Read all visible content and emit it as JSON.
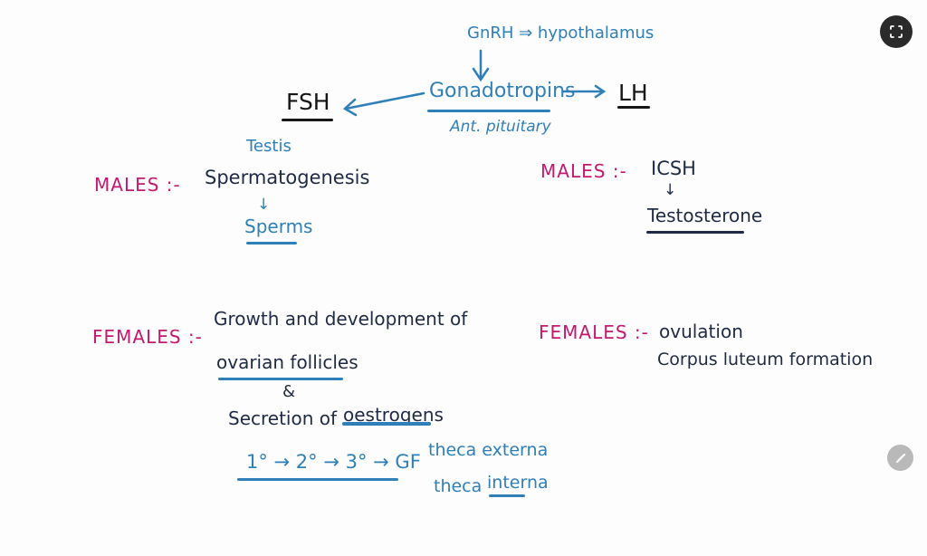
{
  "notes": {
    "top": {
      "gnrh": "GnRH ⇒ hypothalamus",
      "center": "Gonadotropins",
      "center_sub": "Ant. pituitary",
      "left_hormone": "FSH",
      "right_hormone": "LH"
    },
    "fsh_males": {
      "site": "Testis",
      "label": "MALES :-",
      "process": "Spermatogenesis",
      "arrow": "↓",
      "result": "Sperms"
    },
    "lh_males": {
      "label": "MALES :-",
      "hormone": "ICSH",
      "arrow": "↓",
      "result": "Testosterone"
    },
    "fsh_females": {
      "label": "FEMALES :-",
      "line1": "Growth and development of",
      "line2": "ovarian follicles",
      "amp": "&",
      "line3_prefix": "Secretion of",
      "line3_target": "oestrogens",
      "stages": "1° → 2° → 3° → GF",
      "theca1": "theca externa",
      "theca2_prefix": "theca",
      "theca2_target": "interna"
    },
    "lh_females": {
      "label": "FEMALES :-",
      "line1": "ovulation",
      "line2": "Corpus luteum formation"
    }
  },
  "controls": {
    "fullscreen_icon": "fullscreen-exit-icon",
    "edit_icon": "pencil-icon"
  },
  "colors": {
    "blue": "#2f7fb8",
    "navy": "#1f2a44",
    "pink": "#c4196e",
    "black": "#161616"
  }
}
